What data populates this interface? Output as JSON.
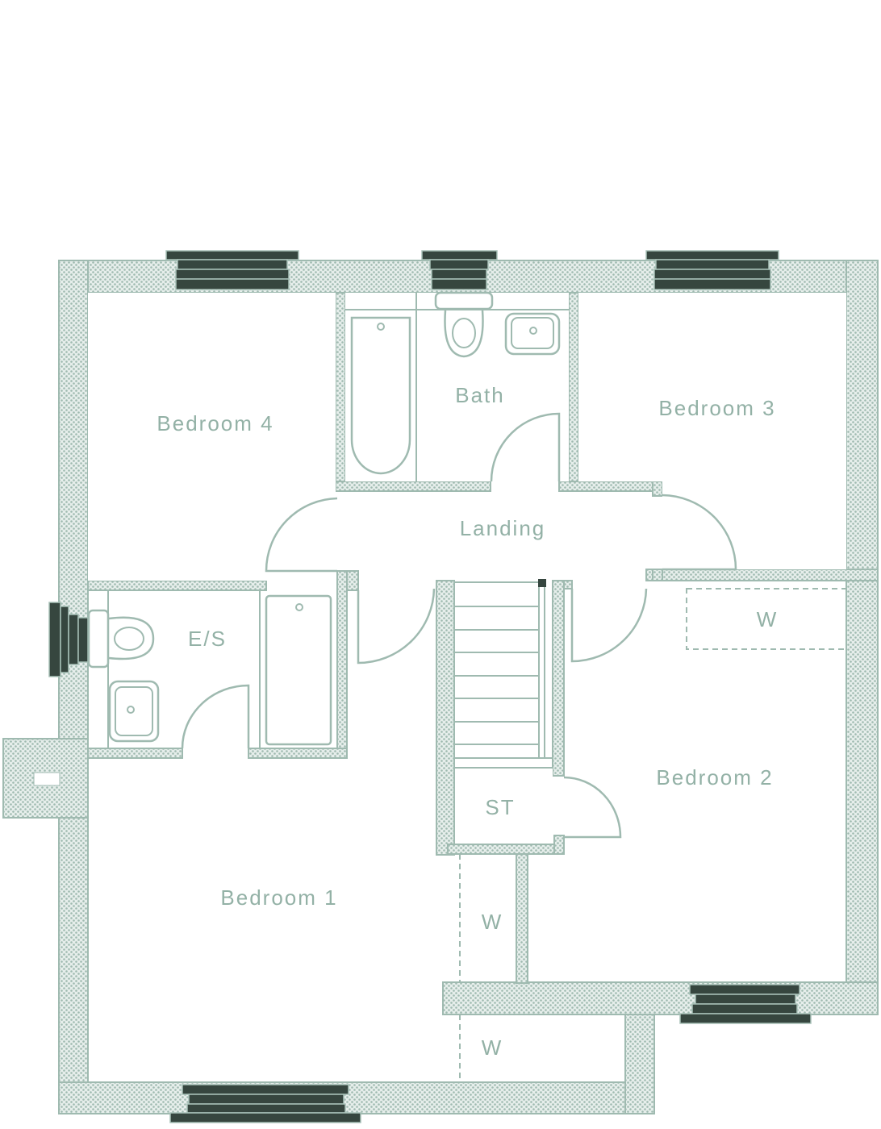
{
  "plan": {
    "rooms": {
      "bedroom4": "Bedroom 4",
      "bath": "Bath",
      "bedroom3": "Bedroom 3",
      "landing": "Landing",
      "ensuite": "E/S",
      "wardrobe_b2": "W",
      "bedroom2": "Bedroom 2",
      "store": "ST",
      "bedroom1": "Bedroom 1",
      "wardrobe_mid": "W",
      "wardrobe_bottom": "W"
    },
    "colors": {
      "wall": "#9fbab0",
      "window": "#36463f",
      "label": "#93b1a6"
    }
  }
}
